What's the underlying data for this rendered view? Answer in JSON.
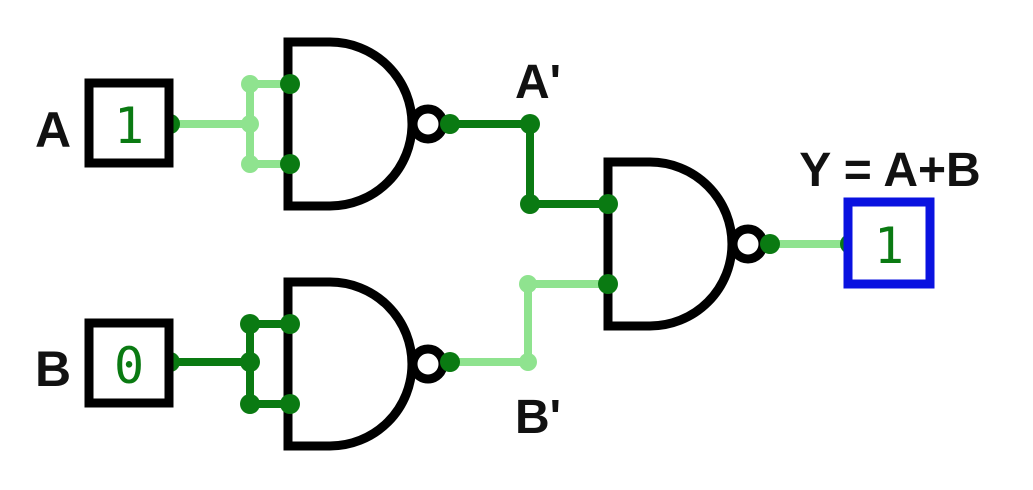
{
  "labels": {
    "input_a": "A",
    "input_b": "B",
    "a_not": "A'",
    "b_not": "B'",
    "output_expr": "Y = A+B"
  },
  "values": {
    "a": "1",
    "b": "0",
    "y": "1"
  },
  "colors": {
    "wire_high": "#0a7a12",
    "wire_low": "#8fe38f",
    "input_box": "#000000",
    "output_box": "#0a12e0",
    "value_text": "#0a7a12"
  }
}
